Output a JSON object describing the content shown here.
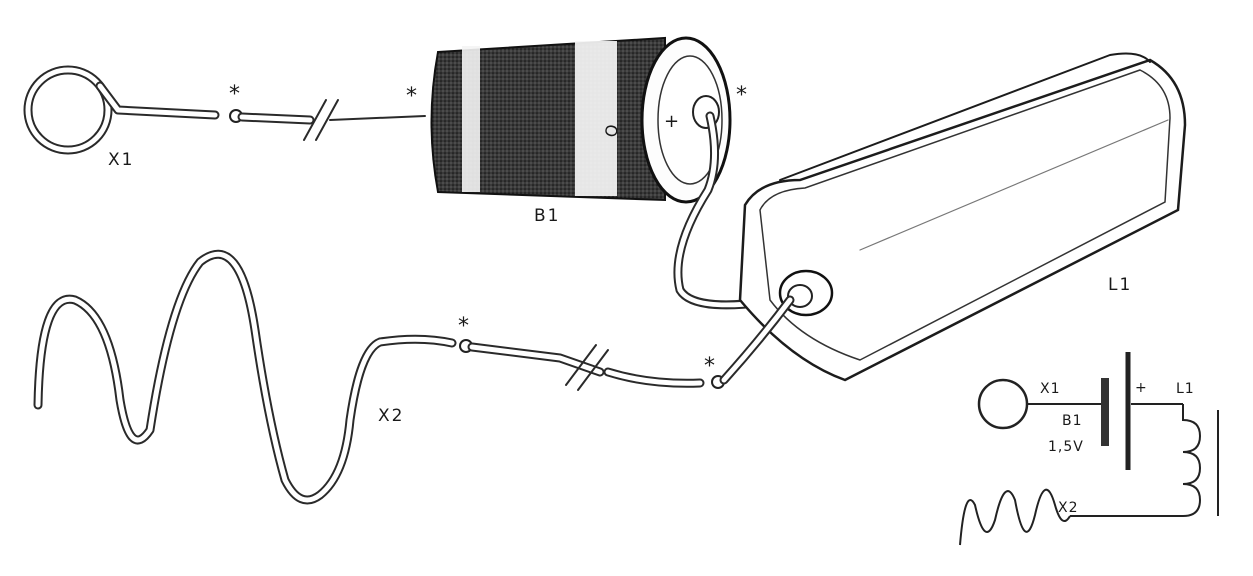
{
  "labels": {
    "x1": "X1",
    "x2": "X2",
    "b1": "B1",
    "l1": "L1",
    "plus": "+",
    "joint_mark": "*"
  },
  "schematic": {
    "x1": "X1",
    "b1": "B1",
    "voltage": "1,5V",
    "plus": "+",
    "l1": "L1",
    "x2": "X2"
  }
}
